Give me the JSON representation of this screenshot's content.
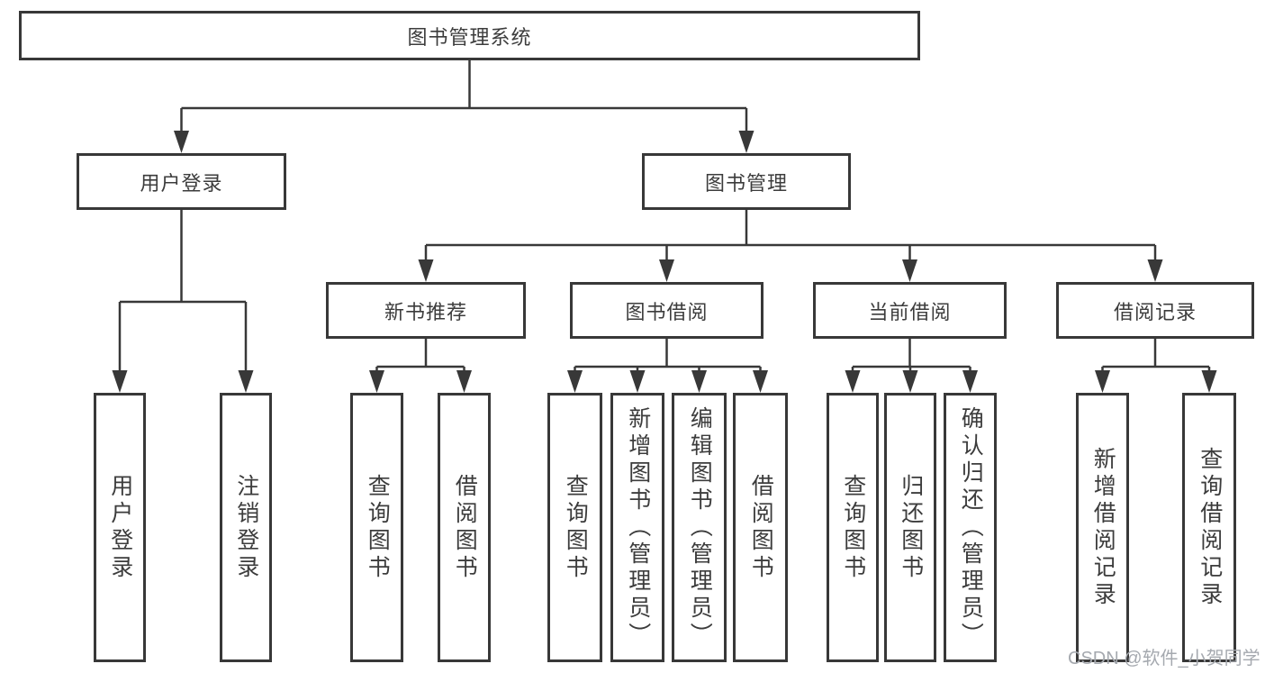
{
  "tree": {
    "root": "图书管理系统",
    "branches": [
      {
        "label": "用户登录",
        "leaves": [
          "用户登录",
          "注销登录"
        ]
      },
      {
        "label": "图书管理",
        "groups": [
          {
            "label": "新书推荐",
            "leaves": [
              "查询图书",
              "借阅图书"
            ]
          },
          {
            "label": "图书借阅",
            "leaves": [
              "查询图书",
              "新增图书（管理员）",
              "编辑图书（管理员）",
              "借阅图书"
            ]
          },
          {
            "label": "当前借阅",
            "leaves": [
              "查询图书",
              "归还图书",
              "确认归还（管理员）"
            ]
          },
          {
            "label": "借阅记录",
            "leaves": [
              "新增借阅记录",
              "查询借阅记录"
            ]
          }
        ]
      }
    ]
  },
  "watermark": "CSDN @软件_小贺同学",
  "colors": {
    "line": "#383838",
    "box_border": "#383838",
    "text": "#3c3c3c",
    "watermark": "#a5a9af",
    "background": "#ffffff"
  }
}
